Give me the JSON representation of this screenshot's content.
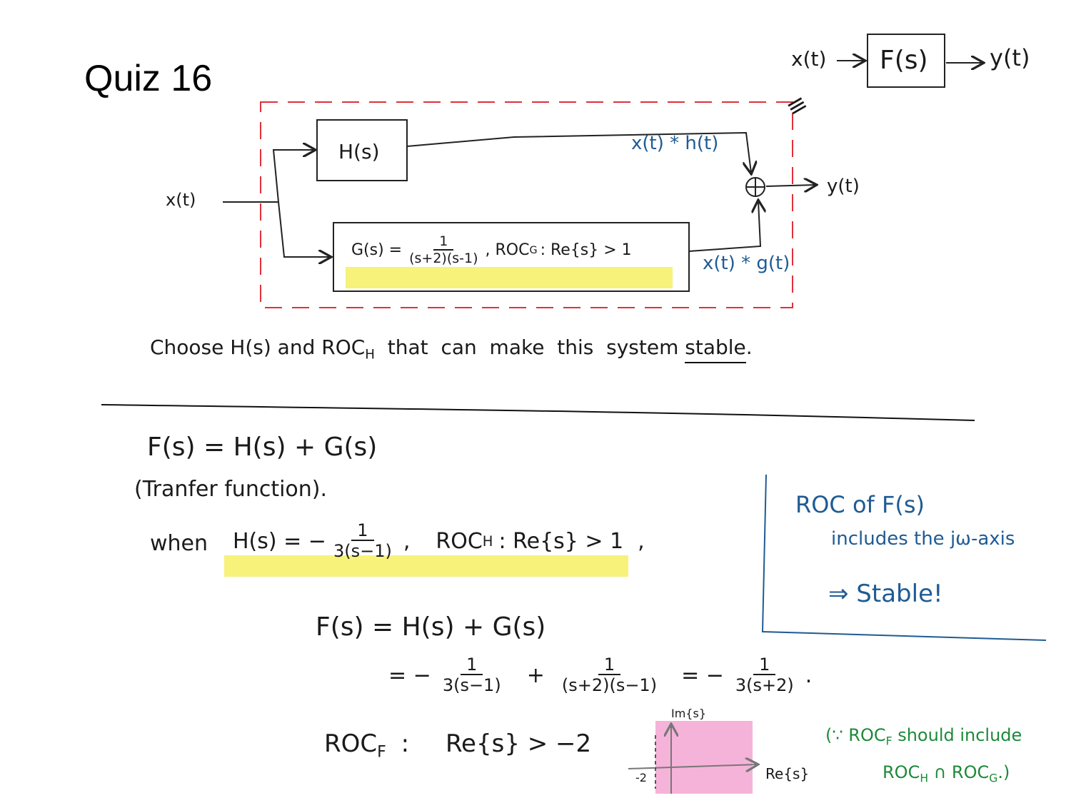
{
  "title": "Quiz 16",
  "top_diagram": {
    "input": "x(t)",
    "block": "F(s)",
    "output": "y(t)",
    "equiv_mark": "≡"
  },
  "block_diagram": {
    "input": "x(t)",
    "h_block": "H(s)",
    "h_path_label": "x(t) * h(t)",
    "g_block": {
      "prefix": "G(s) =",
      "numerator": "1",
      "denominator": "(s+2)(s-1)",
      "roc_text": ", ROC",
      "roc_sub": "G",
      "roc_cond": ": Re{s} > 1"
    },
    "g_path_label": "x(t) * g(t)",
    "sum_symbol": "⊕",
    "output": "y(t)"
  },
  "question": {
    "part1": "Choose  H(s)  and  ROC",
    "part1_sub": "H",
    "part2": "  that  can  make  this  system ",
    "underlined": "stable",
    "end": "."
  },
  "solution": {
    "line1": "F(s) = H(s) + G(s)",
    "line2": "(Tranfer function).",
    "when_label": "when",
    "h_prefix": "H(s) = −",
    "h_num": "1",
    "h_den": "3(s−1)",
    "h_comma": ",",
    "roch_text": "ROC",
    "roch_sub": "H",
    "roch_cond": ": Re{s} > 1",
    "trailing_comma": ",",
    "f_line": "F(s) = H(s) + G(s)",
    "eq_prefix": "= −",
    "t1_num": "1",
    "t1_den": "3(s−1)",
    "plus": "+",
    "t2_num": "1",
    "t2_den": "(s+2)(s−1)",
    "eq2": "= −",
    "t3_num": "1",
    "t3_den": "3(s+2)",
    "period": ".",
    "rocf_label": "ROC",
    "rocf_sub": "F",
    "rocf_colon": ":",
    "rocf_cond": "Re{s} > −2"
  },
  "plane": {
    "im_label": "Im{s}",
    "re_label": "Re{s}",
    "tick_label": "-2"
  },
  "blue_note": {
    "line1": "ROC of F(s)",
    "line2": "includes the jω-axis",
    "line3": "⇒ Stable!"
  },
  "green_note": {
    "line1_a": "(∵ ROC",
    "line1_sub": "F",
    "line1_b": " should include",
    "line2_a": "ROC",
    "line2_sub1": "H",
    "line2_b": " ∩ ROC",
    "line2_sub2": "G",
    "line2_c": ".)"
  },
  "colors": {
    "highlight": "#f7f27a",
    "pink": "#f4a6d2",
    "dash_red": "#e0303a",
    "blue": "#1f5b93",
    "green": "#1d8a3a"
  }
}
